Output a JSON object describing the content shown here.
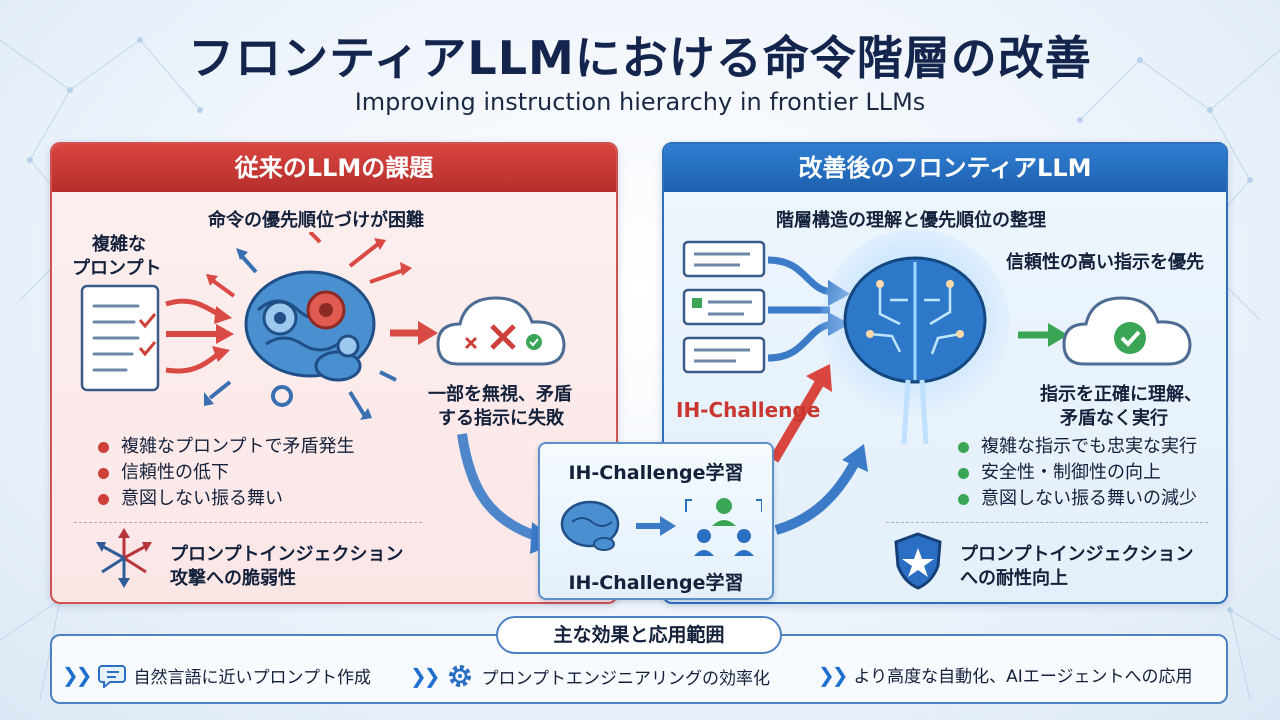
{
  "header": {
    "title": "フロンティアLLMにおける命令階層の改善",
    "subtitle": "Improving instruction hierarchy in frontier LLMs"
  },
  "left_panel": {
    "heading": "従来のLLMの課題",
    "section_title": "命令の優先順位づけが困難",
    "prompt_label_line1": "複雑な",
    "prompt_label_line2": "プロンプト",
    "result_line1": "一部を無視、矛盾",
    "result_line2": "する指示に失敗",
    "bullets": [
      "複雑なプロンプトで矛盾発生",
      "信頼性の低下",
      "意図しない振る舞い"
    ],
    "vulnerability_line1": "プロンプトインジェクション",
    "vulnerability_line2": "攻撃への脆弱性"
  },
  "center": {
    "top_label": "IH-Challenge学習",
    "bottom_label": "IH-Challenge学習",
    "arrow_label": "IH-Challenge"
  },
  "right_panel": {
    "heading": "改善後のフロンティアLLM",
    "section_title": "階層構造の理解と優先順位の整理",
    "priority_label": "信頼性の高い指示を優先",
    "result_line1": "指示を正確に理解、",
    "result_line2": "矛盾なく実行",
    "bullets": [
      "複雑な指示でも忠実な実行",
      "安全性・制御性の向上",
      "意図しない振る舞いの減少"
    ],
    "resistance_line1": "プロンプトインジェクション",
    "resistance_line2": "への耐性向上"
  },
  "bottom": {
    "title": "主な効果と応用範囲",
    "items": [
      "自然言語に近いプロンプト作成",
      "プロンプトエンジニアリングの効率化",
      "より高度な自動化、AIエージェントへの応用"
    ]
  },
  "colors": {
    "problem_red": "#c8362f",
    "improved_blue": "#2a6fc4",
    "success_green": "#3aa655",
    "title_navy": "#14254d"
  },
  "icons": [
    "document-icon",
    "brain-gears-icon",
    "cloud-error-icon",
    "scatter-arrows-icon",
    "brain-circuit-icon",
    "cloud-check-icon",
    "shield-star-icon",
    "chat-icon",
    "gear-icon",
    "team-icon"
  ]
}
